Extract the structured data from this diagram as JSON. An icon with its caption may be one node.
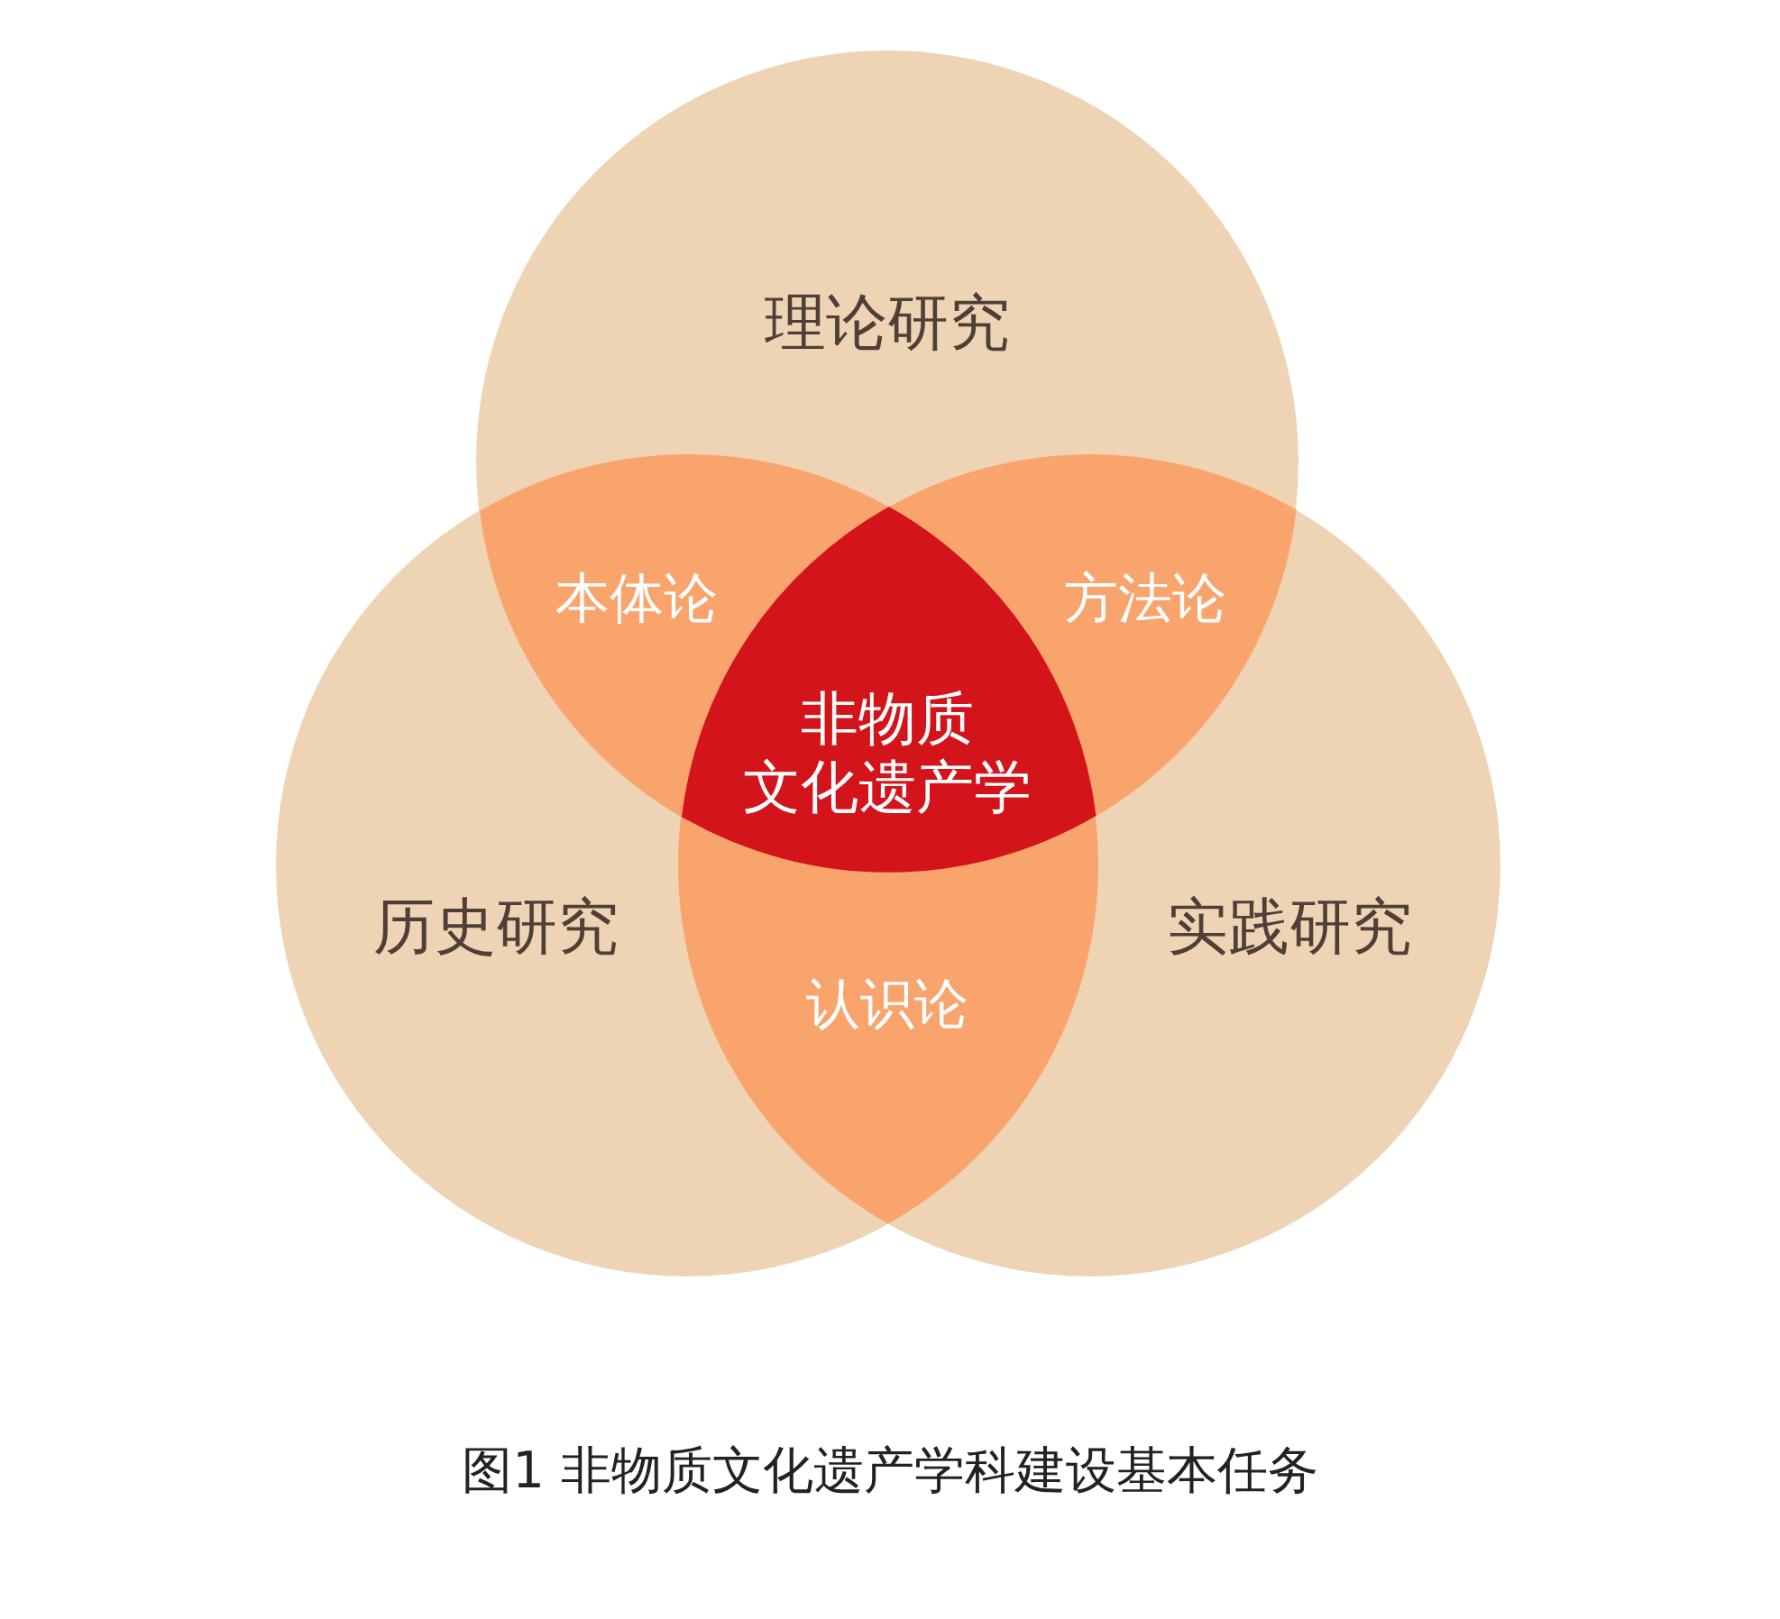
{
  "diagram": {
    "caption": "图1 非物质文化遗产学科建设基本任务",
    "nodes": [
      {
        "text": [
          "理论研究"
        ]
      },
      {
        "text": [
          "历史研究"
        ]
      },
      {
        "text": [
          "实践研究"
        ]
      },
      {
        "text": [
          "本体论"
        ]
      },
      {
        "text": [
          "方法论"
        ]
      },
      {
        "text": [
          "认识论"
        ]
      },
      {
        "text": [
          "非物质文化遗产学"
        ]
      }
    ]
  }
}
